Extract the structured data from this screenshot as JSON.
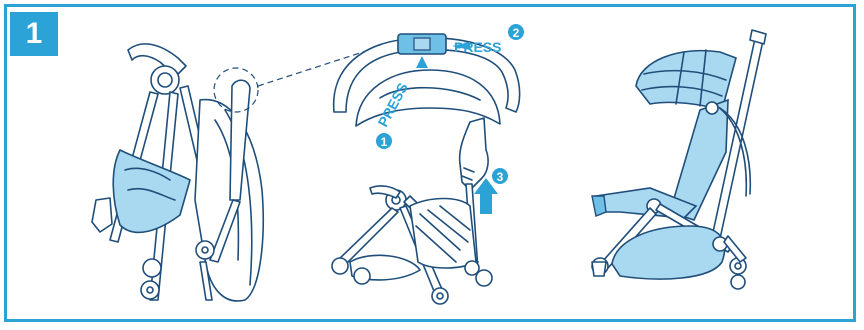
{
  "step": {
    "number": "1"
  },
  "callouts": [
    {
      "id": "press-1",
      "number": "1",
      "label": "PRESS"
    },
    {
      "id": "press-2",
      "number": "2",
      "label": "PRESS"
    },
    {
      "id": "lift-3",
      "number": "3"
    }
  ],
  "colors": {
    "accent": "#2ba3d6",
    "line": "#1f4e7a",
    "fill": "#a9d8f1",
    "fill_dark": "#6fc0e6"
  }
}
